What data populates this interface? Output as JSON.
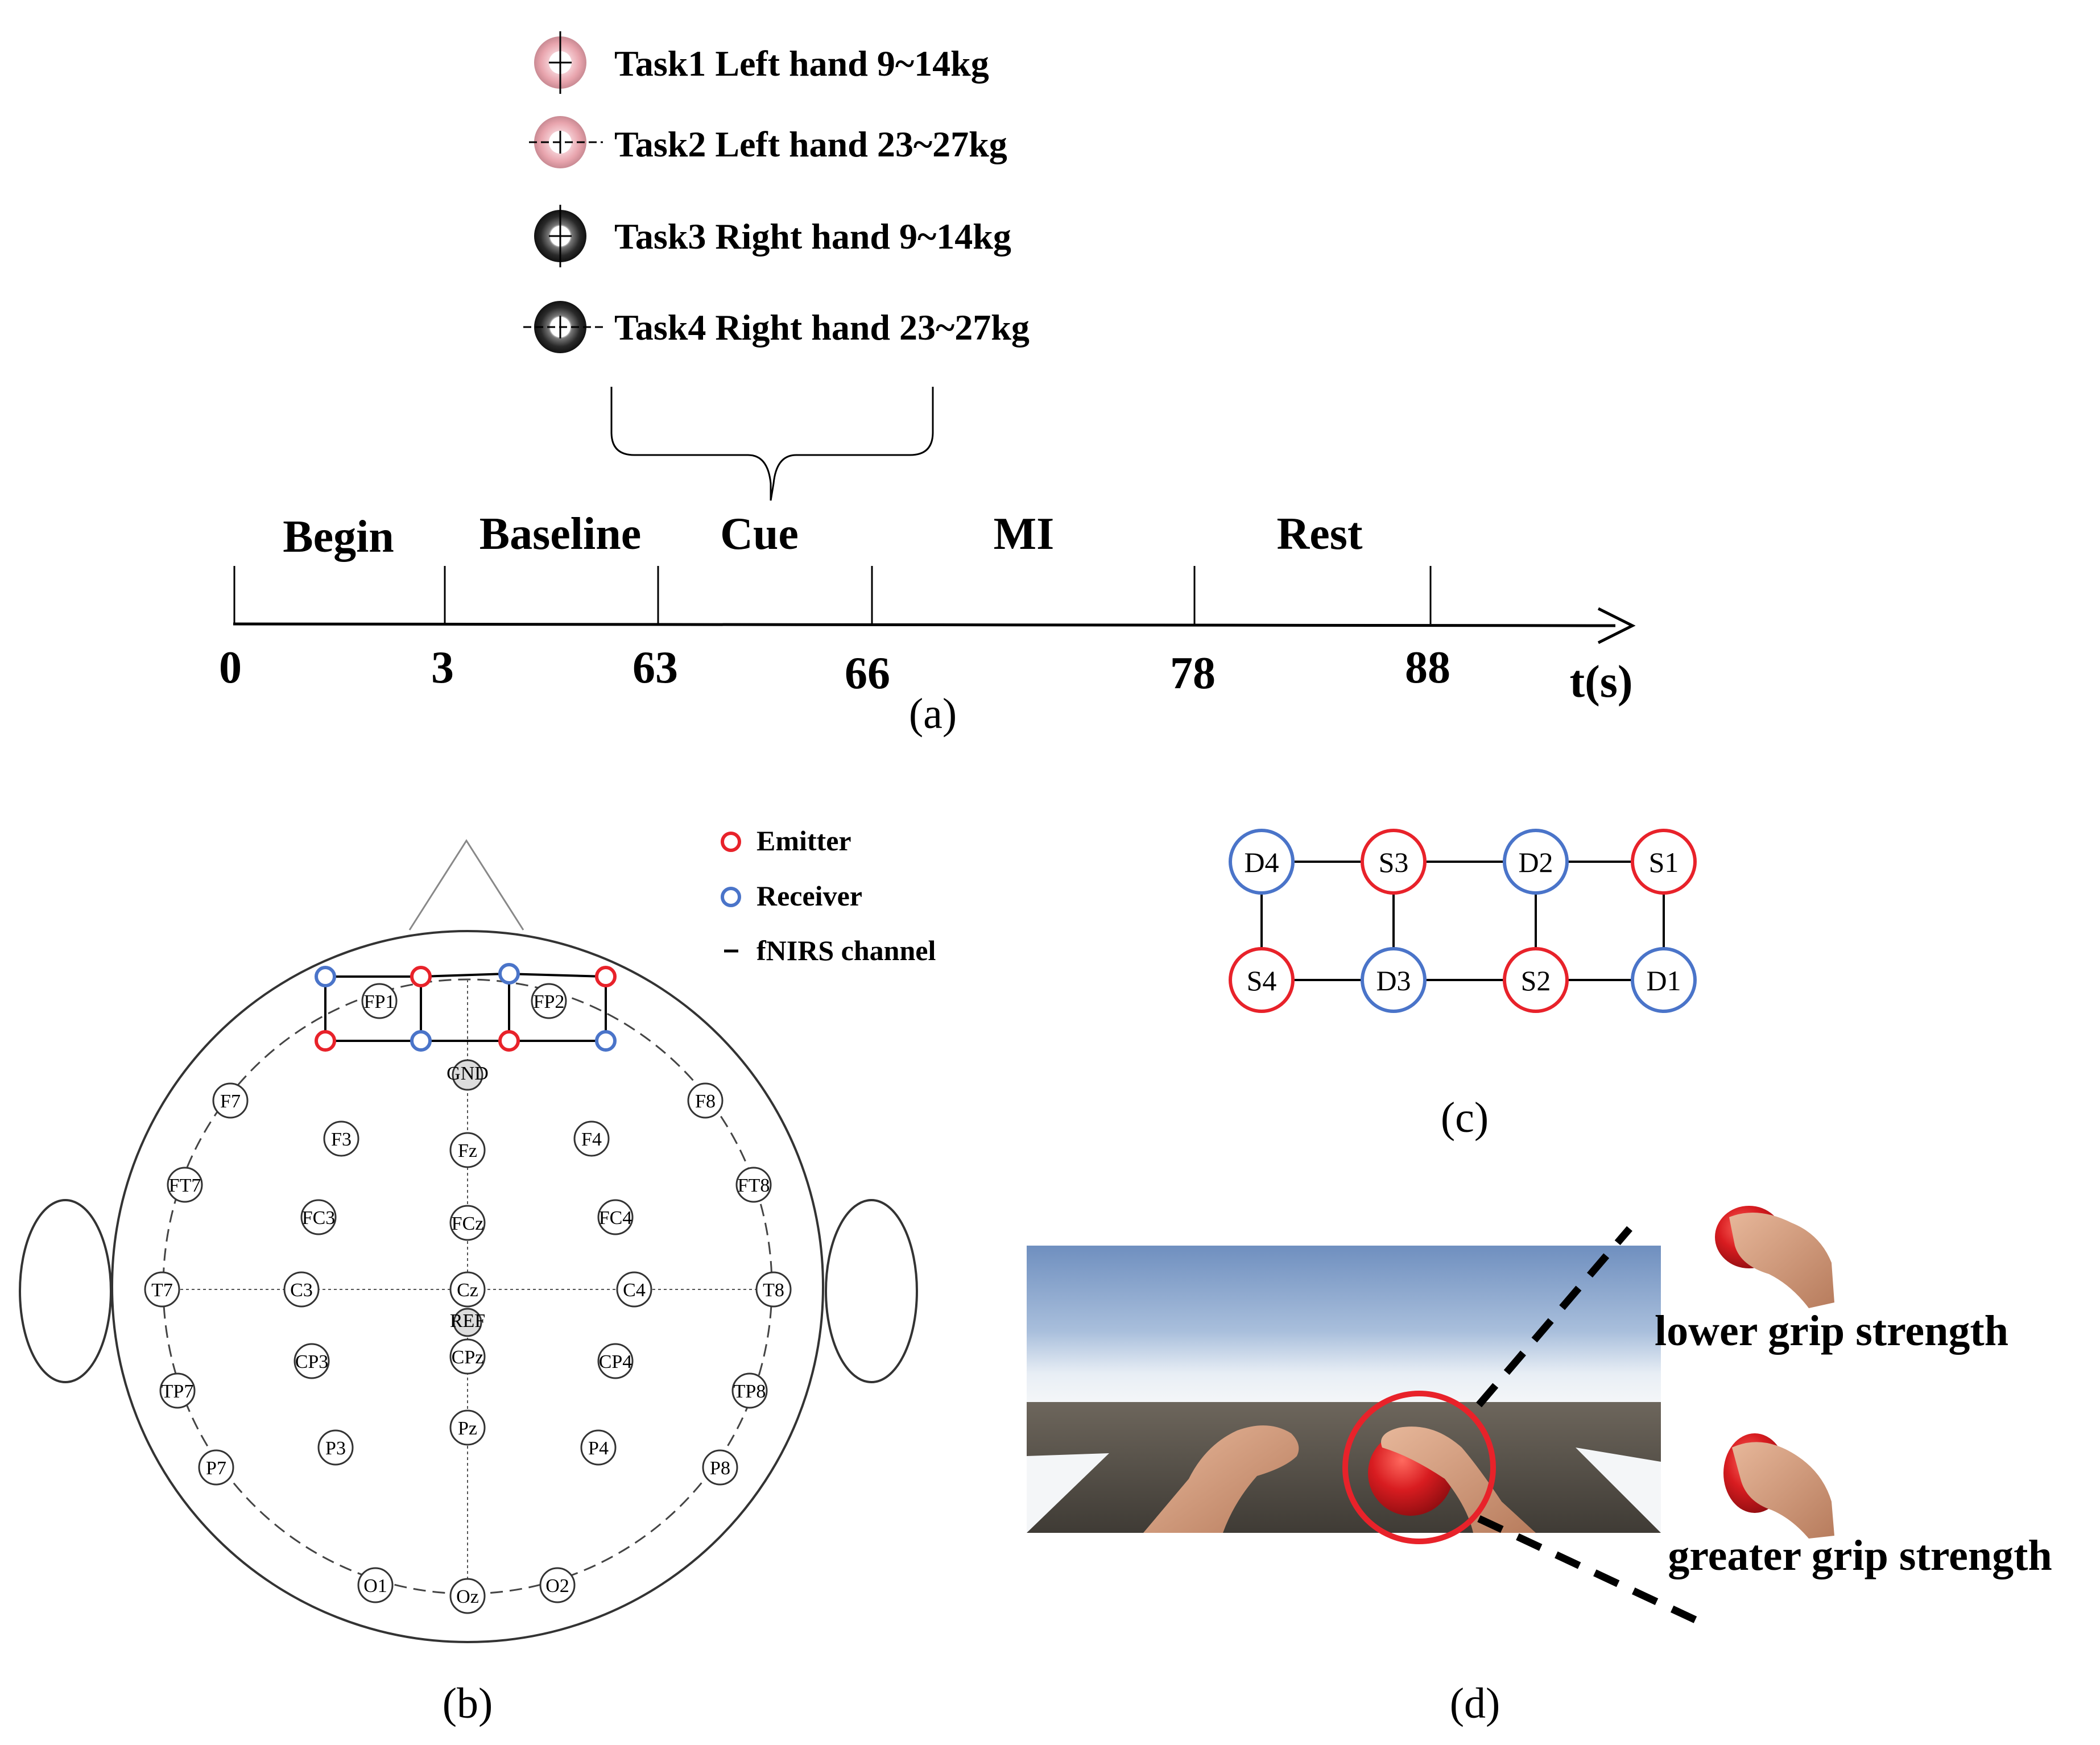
{
  "panel_a": {
    "tasks": [
      {
        "label": "Task1  Left hand  9~14kg",
        "ring": "pink",
        "cross": "vertical"
      },
      {
        "label": "Task2  Left hand  23~27kg",
        "ring": "pink",
        "cross": "horizontal"
      },
      {
        "label": "Task3  Right hand  9~14kg",
        "ring": "black",
        "cross": "vertical"
      },
      {
        "label": "Task4  Right hand  23~27kg",
        "ring": "black",
        "cross": "horizontal"
      }
    ],
    "phases": [
      "Begin",
      "Baseline",
      "Cue",
      "MI",
      "Rest"
    ],
    "ticks": [
      "0",
      "3",
      "63",
      "66",
      "78",
      "88"
    ],
    "axis_label": "t(s)",
    "caption": "(a)"
  },
  "panel_b": {
    "legend": {
      "emitter": "Emitter",
      "receiver": "Receiver",
      "channel": "fNIRS channel"
    },
    "electrodes": {
      "FP1": "FP1",
      "FP2": "FP2",
      "GND": "GND",
      "F7": "F7",
      "F3": "F3",
      "Fz": "Fz",
      "F4": "F4",
      "F8": "F8",
      "FT7": "FT7",
      "FC3": "FC3",
      "FCz": "FCz",
      "FC4": "FC4",
      "FT8": "FT8",
      "T7": "T7",
      "C3": "C3",
      "Cz": "Cz",
      "C4": "C4",
      "T8": "T8",
      "REF": "REF",
      "CP3": "CP3",
      "CPz": "CPz",
      "CP4": "CP4",
      "TP7": "TP7",
      "TP8": "TP8",
      "P7": "P7",
      "P3": "P3",
      "Pz": "Pz",
      "P4": "P4",
      "P8": "P8",
      "O1": "O1",
      "Oz": "Oz",
      "O2": "O2"
    },
    "caption": "(b)"
  },
  "panel_c": {
    "top_row": [
      "D4",
      "S3",
      "D2",
      "S1"
    ],
    "bottom_row": [
      "S4",
      "D3",
      "S2",
      "D1"
    ],
    "caption": "(c)"
  },
  "panel_d": {
    "lower_label": "lower grip strength",
    "greater_label": "greater grip strength",
    "caption": "(d)"
  },
  "colors": {
    "emitter": "#e8222a",
    "receiver": "#4a74c9",
    "ring_pink": "#e8a4ad",
    "ring_black": "#2a2a2a",
    "ball_red": "#d81c20",
    "sky_top": "#6f8fbf",
    "floor": "#555049"
  }
}
